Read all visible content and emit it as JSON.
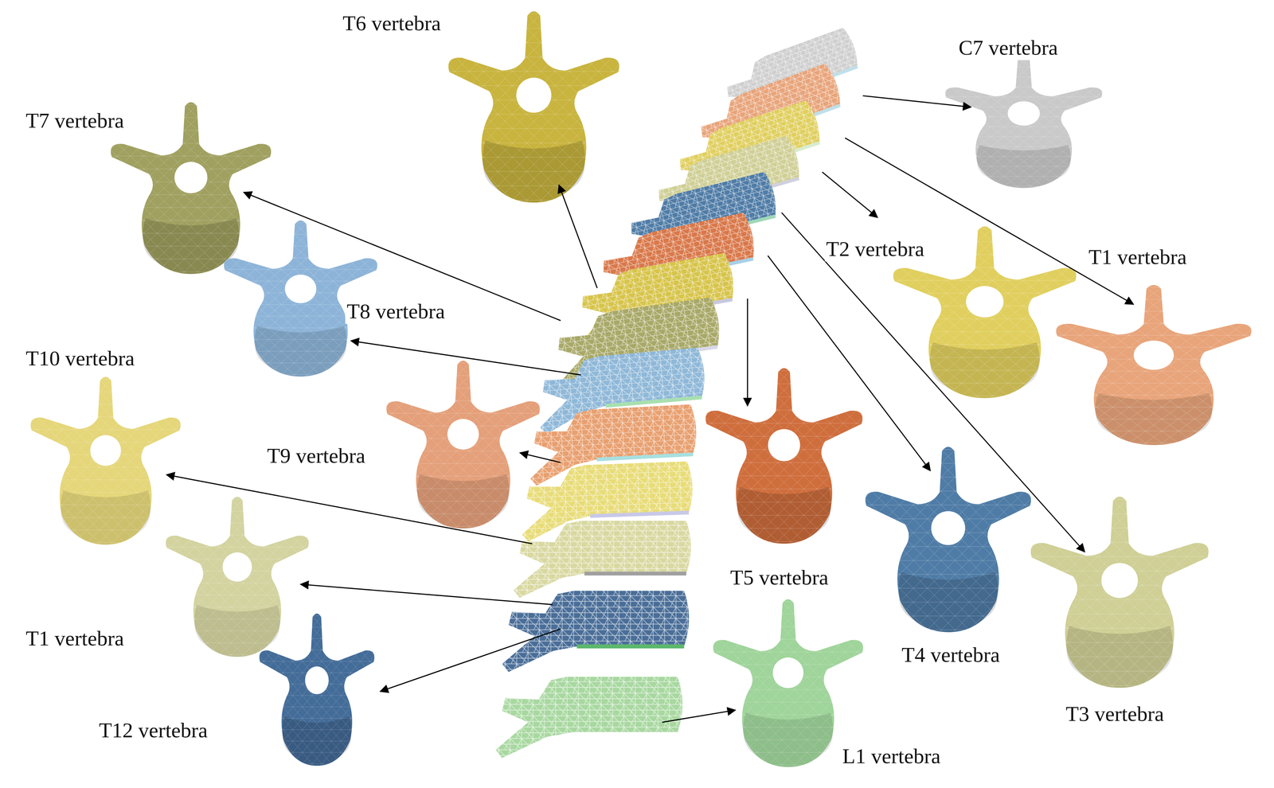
{
  "diagram": {
    "labels": [
      "T6 vertebra",
      "C7 vertebra",
      "T7 vertebra",
      "T2 vertebra",
      "T1 vertebra",
      "T8 vertebra",
      "T10 vertebra",
      "T9 vertebra",
      "T5 vertebra",
      "T1 vertebra",
      "T4 vertebra",
      "T3 vertebra",
      "T12 vertebra",
      "L1 vertebra"
    ]
  }
}
